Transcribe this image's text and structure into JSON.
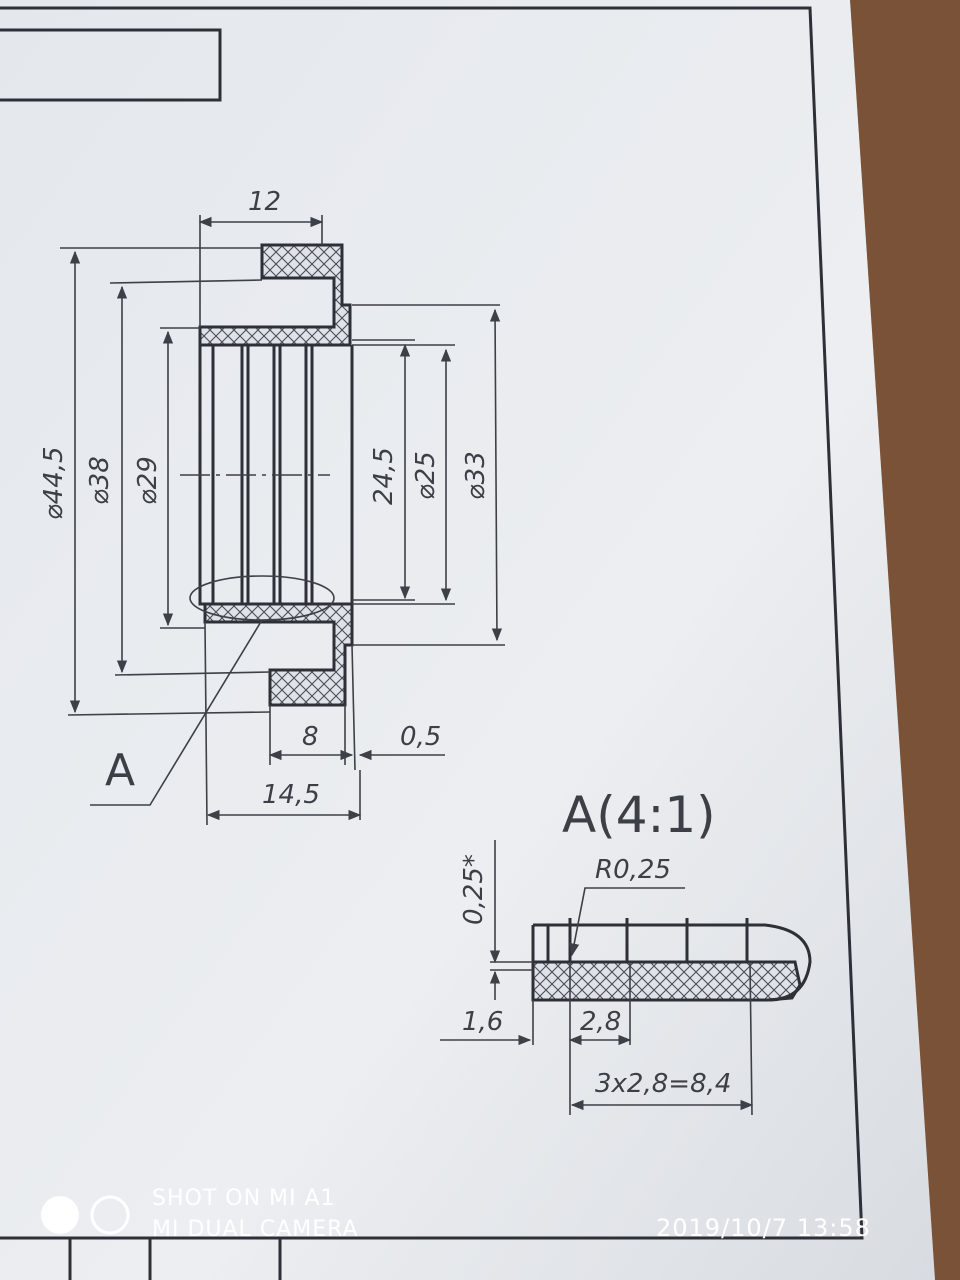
{
  "drawing": {
    "main_view": {
      "dims": {
        "width_top": "12",
        "dia_outer": "⌀44,5",
        "dia_38": "⌀38",
        "dia_29": "⌀29",
        "dia_24_5": "24,5",
        "dia_25": "⌀25",
        "dia_33": "⌀33",
        "len_8": "8",
        "len_0_5": "0,5",
        "len_14_5": "14,5"
      },
      "callout": "A"
    },
    "detail_view": {
      "title": "A(4:1)",
      "radius": "R0,25",
      "depth": "0,25*",
      "offset": "1,6",
      "pitch": "2,8",
      "series": "3x2,8=8,4"
    }
  },
  "watermark": {
    "line1": "SHOT ON MI A1",
    "line2": "MI DUAL CAMERA",
    "datetime": "2019/10/7  13:58"
  },
  "colors": {
    "paper": "#e9ecf0",
    "ink": "#3d4047",
    "table": "#7a5238"
  }
}
